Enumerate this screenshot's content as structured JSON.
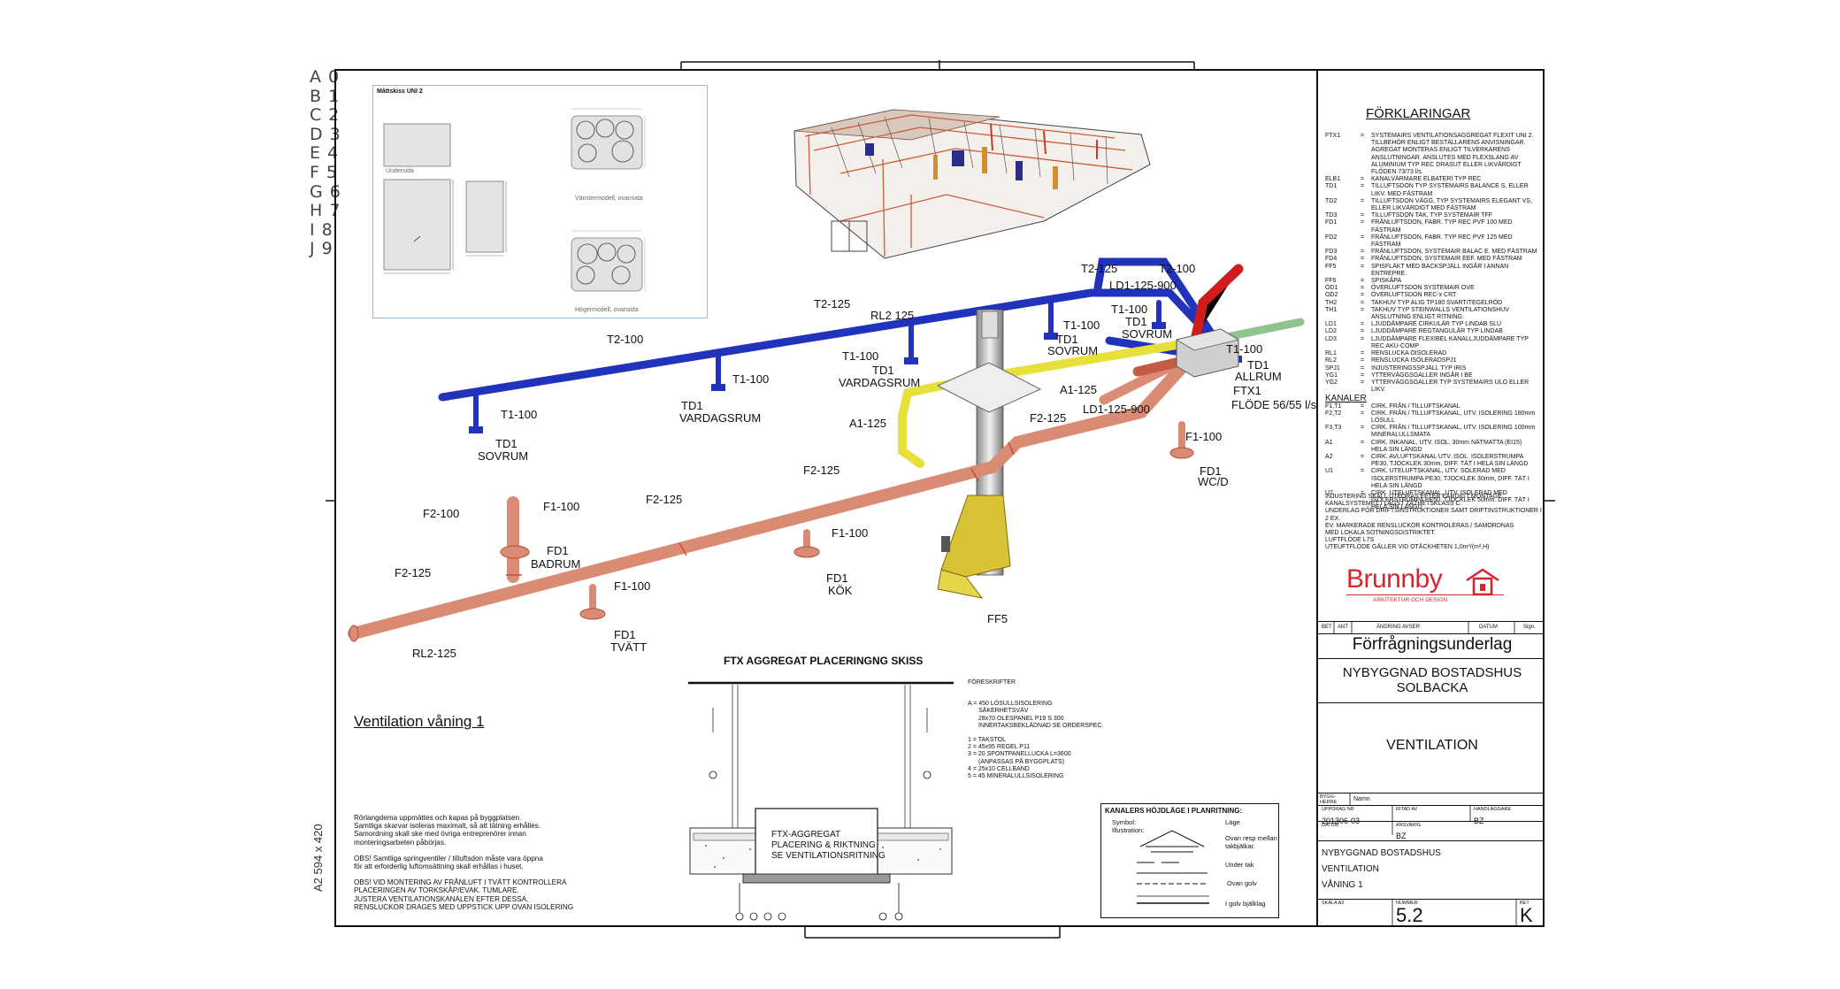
{
  "grid_labels": [
    "A 0",
    "B 1",
    "C 2",
    "D 3",
    "E 4",
    "F 5",
    "G 6",
    "H 7",
    "I 8",
    "J 9"
  ],
  "sheet_size": "A2 594 x 420",
  "inset": {
    "title": "Måttskiss UNI 2",
    "underside": "Undersida",
    "left_model": "Vänstermodell, ovansida",
    "right_model": "Högermodell, ovansida"
  },
  "drawing": {
    "title": "Ventilation våning 1",
    "ducts": {
      "t2_100_a": "T2-100",
      "t2_125_a": "T2-125",
      "t2_125_b": "T2-125",
      "t2_100_b": "T2-100",
      "rl2_125": "RL2 125",
      "ld1_125_900_top": "LD1-125-900",
      "ld1_125_900_mid": "LD1-125-900",
      "t1_100_a": "T1-100",
      "t1_100_b": "T1-100",
      "t1_100_c": "T1-100",
      "t1_100_d": "T1-100",
      "t1_100_e": "T1-100",
      "t1_100_f": "T1-100",
      "a1_125_a": "A1-125",
      "a1_125_b": "A1-125",
      "f2_125_a": "F2-125",
      "f2_125_b": "F2-125",
      "f2_125_c": "F2-125",
      "f2_125_d": "F2-125",
      "f2_100": "F2-100",
      "f1_100_a": "F1-100",
      "f1_100_b": "F1-100",
      "f1_100_c": "F1-100",
      "f1_100_d": "F1-100",
      "rl2_125_bottom": "RL2-125"
    },
    "terminals": {
      "td1": "TD1",
      "fd1": "FD1",
      "ftx1": "FTX1",
      "ff5": "FF5",
      "sovrum": "SOVRUM",
      "vardagsrum": "VARDAGSRUM",
      "allrum": "ALLRUM",
      "badrum": "BADRUM",
      "kok": "KÖK",
      "tvatt": "TVÄTT",
      "wcd": "WC/D",
      "flode": "FLÖDE  56/55 l/s"
    }
  },
  "ftx_sketch": {
    "title": "FTX  AGGREGAT PLACERINGNG SKISS",
    "box_text": [
      "FTX-AGGREGAT",
      "PLACERING & RIKTNING",
      "SE VENTILATIONSRITNING"
    ],
    "notes_title": "FÖRESKRIFTER",
    "notes": [
      "A = 450 LÖSULLSISOLERING",
      "      SÄKERHETSVÄV",
      "      28x70 OLESPANEL P19 S 300",
      "      INNERTAKSBEKLÄDNAD SE ORDERSPEC.",
      "",
      "1 = TAKSTOL",
      "2 = 45x95 REGEL P11",
      "3 = 20 SPONTPANELLUCKA L=3600",
      "      (ANPASSAS PÅ BYGGPLATS)",
      "4 = 25x10 CELLBAND",
      "5 = 45 MINERALULLSISOLERING"
    ]
  },
  "general_notes": [
    "Rörlangdema uppmättes och kapas på byggplatsen.",
    "Samtliga skarvar isoleras maximalt, så att tätning erhålles.",
    "Samordning skall ske med övriga entreprenörer innan",
    "monteringsarbeten påbörjas.",
    "",
    "OBS! Samtliga springventiler / tilluftsdon måste vara öppna",
    "för att erforderlig luftomsättning skall erhållas i huset.",
    "",
    "OBS! VID MONTERING AV FRÅNLUFT I TVÄTT KONTROLLERA",
    "PLACERINGEN AV TORKSKÅP/EVAK. TUMLARE.",
    "JUSTERA VENTILATIONSKANALEN EFTER DESSA.",
    "RENSLUCKOR DRAGES MED UPPSTICK UPP OVAN ISOLERING"
  ],
  "legend_box": {
    "title": "KANALERS HÖJDLÄGE I PLANRITNING:",
    "symbol": "Symbol:",
    "illustration": "Illustration:",
    "lage": "Läge",
    "ovan": "Ovan resp mellan takbjälkar.",
    "under_tak": "Under tak",
    "ovan_golv": "Ovan golv",
    "i_golv": "I golv bjälklag"
  },
  "explanations": {
    "title": "FÖRKLARINGAR",
    "items": [
      {
        "code": "FTX1",
        "text": "SYSTEMAIRS VENTILATIONSAGGREGAT FLEXIT  UNI 2. TILLBEHÖR ENLIGT BESTÄLLARENS ANVISNINGAR. AGREGAT MONTERAS ENLIGT TILVERKARENS ANSLUTNINGAR. ANSLUTES MED FLEXSLANG AV ALUMINIUM TYP REC DRASUT ELLER LIKVÄRDIGT FLÖDEN 73/73 l/s."
      },
      {
        "code": "ELB1",
        "text": "KANALVÄRMARE ELBATERI TYP REC"
      },
      {
        "code": "TD1",
        "text": "TILLUFTSDON TYP SYSTEMAIRS BALANCE S, ELLER LIKV. MED FÄSTRAM"
      },
      {
        "code": "TD2",
        "text": "TILLUFTSDON VÄGG, TYP SYSTEMAIRS ELEGANT VS, ELLER LIKVÄRDIGT MED FÄSTRAM"
      },
      {
        "code": "TD3",
        "text": "TILLUFTSDON TAK, TYP SYSTEMAIR TFF"
      },
      {
        "code": "FD1",
        "text": "FRÅNLUFTSDON, FABR. TYP REC PVF 100 MED FÄSTRAM"
      },
      {
        "code": "FD2",
        "text": "FRÅNLUFTSDON, FABR. TYP REC PVF 125 MED FÄSTRAM"
      },
      {
        "code": "FD3",
        "text": "FRÅNLUFTSDON, SYSTEMAIR BALAC E. MED FÄSTRAM"
      },
      {
        "code": "FD4",
        "text": "FRÅNLUFTSDON, SYSTEMAIR EEF. MED FÄSTRAM"
      },
      {
        "code": "FF5",
        "text": "SPISFLÄKT MED BACKSPJÄLL INGÅR I ANNAN ENTREPRE."
      },
      {
        "code": "FF6",
        "text": "SPISKÅPA"
      },
      {
        "code": "ÖD1",
        "text": "ÖVERLUFTSDON SYSTEMAIR OVE"
      },
      {
        "code": "OD2",
        "text": "ÖVERLUFTSDON REC-x CRT"
      },
      {
        "code": "TH2",
        "text": "TAKHUV TYP ALIG TP180 SVART/TEGELRÖD"
      },
      {
        "code": "TH1",
        "text": "TAKHUV TYP STEINWALLS VENTILATIONSHUV ANSLUTNING ENLIGT RITNING."
      },
      {
        "code": "LD1",
        "text": "LJUDDÄMPARE CIRKULÄR TYP LINDAB SLU"
      },
      {
        "code": "LD2",
        "text": "LJUDDÄMPARE REGTANGULÄR TYP LINDAB"
      },
      {
        "code": "LD3",
        "text": "LJUDDÄMPARE FLEXIBEL KANALLJUDDÄMPARE TYP REC AKU-COMP"
      },
      {
        "code": "RL1",
        "text": "RENSLUCKA OISOLERAD"
      },
      {
        "code": "RL2",
        "text": "RENSLUCKA ISOLERADSPJ1"
      },
      {
        "code": "SPJ1",
        "text": "INJUSTERINGSSPJÄLL TYP IRIS"
      },
      {
        "code": "YG1",
        "text": "YTTERVÄGGSGALLER INGÅR I BE"
      },
      {
        "code": "YG2",
        "text": "YTTERVÄGGSGALLER TYP SYSTEMAIRS ULO ELLER LIKV."
      }
    ],
    "kanaler_title": "KANALER",
    "kanaler": [
      {
        "code": "F1,T1",
        "text": "CIRK. FRÅN / TILLUFTSKANAL"
      },
      {
        "code": "F2,T2",
        "text": "CIRK. FRÅN / TILLUFTSKANAL, UTV. ISOLERING 180mm LÖSULL"
      },
      {
        "code": "F3,T3",
        "text": "CIRK. FRÅN / TILLUFTSKANAL, UTV. ISOLERING 100mm MINERALULLSMATA"
      },
      {
        "code": "A1",
        "text": "CIRK. INKANAL, UTV. ISOL. 30mm NÄTMATTA (EI15) HELA SIN LÄNGD"
      },
      {
        "code": "A2",
        "text": "CIRK. AVLUFTSKANAL UTV. ISOL. ISOLERSTRUMPA PE30, TJOCKLEK 30mm, DIFF. TÄT I HELA SIN LÄNGD"
      },
      {
        "code": "U1",
        "text": "CIRK. UTELUFTSKANAL, UTV. SOLERAD MED ISOLERSTRUMPA PE30, TJOCKLEK 30mm, DIFF. TÄT I HELA SIN LÄNGD"
      },
      {
        "code": "U2",
        "text": "CIRK. UTELUFTSKANAL, UTV. ISOLERAD MED ISOLERSTRUMPA PE50, TJOCKLEK 50mm. DIFF. TÄT I HELA SIN LÄNGD"
      }
    ],
    "footer": [
      "INJUSTERING SKALL UTFÖRAS EFTER FÄRDIGT MONTAGE.",
      "KANALSYSTEMET I LÄGST TÄTHETSKLASS C.",
      "UNDERLAG FÖR DRIFTSINSTRUKTIONER SAMT DRIFTINSTRUKTIONER I 2 EX.",
      "EV. MARKERADE RENSLUCKOR KONTROLERAS / SAMORDNAS",
      "MED LOKALA SOTNINGSDISTRIKTET.",
      "LUFTFLÖDE L7S",
      "UTEUFTFLÖDE GÄLLER VID OTÄCKHETEN 1,0m³/(m²,H)"
    ]
  },
  "logo": {
    "name": "Brunnby",
    "subtitle": "ARKITEKTUR OCH DESIGN"
  },
  "title_block": {
    "rev_headers": {
      "bet": "BET",
      "ant": "ANT",
      "andring": "ÄNDRING AVSER",
      "datum": "DATUM",
      "sign": "Sign."
    },
    "status": "Förfrågningsunderlag",
    "project_line1": "NYBYGGNAD BOSTADSHUS",
    "project_line2": "SOLBACKA",
    "discipline": "VENTILATION",
    "byggherre_label": "BYGG-\nHERRE",
    "byggherre_value": "Namn",
    "uppdrag_label": "UPPDRAG NR",
    "uppdrag_value": "201306-03",
    "ritad_label": "RITAD AV",
    "handlaggare_label": "HANDLÄGGARE",
    "handlaggare_value": "BZ",
    "datum_label": "DATUM",
    "ansvarig_label": "ANSVARIG",
    "ansvarig_value": "BZ",
    "desc_line1": "NYBYGGNAD BOSTADSHUS",
    "desc_line2": "VENTILATION",
    "desc_line3": "VÅNING 1",
    "skala_label": "SKALA A2",
    "nummer_label": "NUMMER",
    "nummer_value": "5.2",
    "bet_label": "BET",
    "bet_value": "K"
  },
  "colors": {
    "supply": "#2233bb",
    "extract": "#d98b74",
    "extract_stroke": "#b0503a",
    "outdoor": "#e8e03a",
    "exhaust": "#d01c1c",
    "intake": "#8fc48f",
    "logo": "#d6262b"
  }
}
